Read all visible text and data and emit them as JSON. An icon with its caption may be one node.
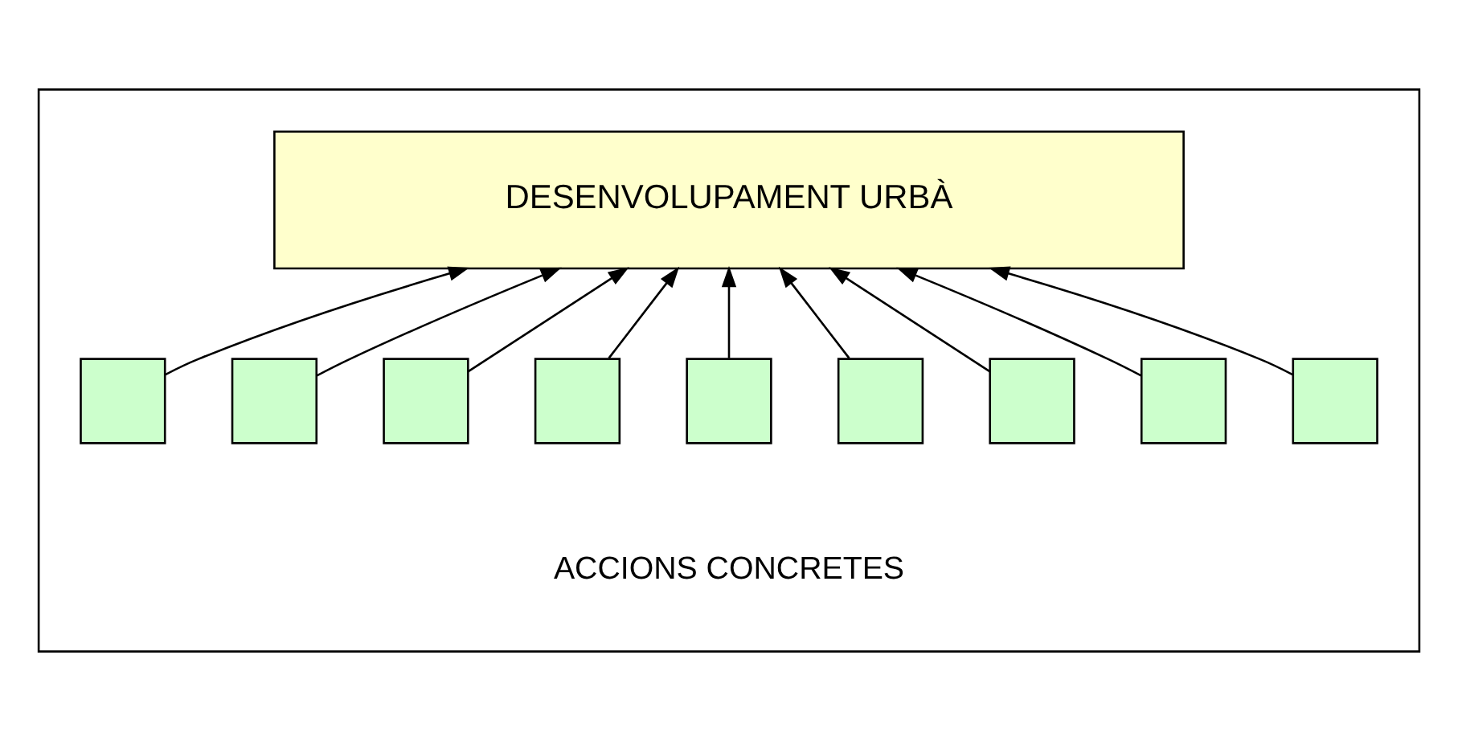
{
  "diagram": {
    "nodes": [
      {
        "text": [],
        "shape": "box"
      },
      {
        "text": [
          "DESENVOLUPAMENT URBÀ"
        ],
        "in": 0
      },
      {
        "text": [],
        "shape": "box",
        "in": 0
      },
      {
        "text": [],
        "shape": "box",
        "in": 0
      },
      {
        "text": [],
        "shape": "box",
        "in": 0
      },
      {
        "text": [],
        "shape": "box",
        "in": 0
      },
      {
        "text": [],
        "shape": "box",
        "in": 0
      },
      {
        "text": [],
        "shape": "box",
        "in": 0
      },
      {
        "text": [],
        "shape": "box",
        "in": 0
      },
      {
        "text": [],
        "shape": "box",
        "in": 0
      },
      {
        "text": [],
        "shape": "box",
        "in": 0
      }
    ],
    "edges": [
      {
        "from": 2,
        "to": 1,
        "arrow": "to"
      },
      {
        "from": 3,
        "to": 1,
        "arrow": "to"
      },
      {
        "from": 4,
        "to": 1,
        "arrow": "to"
      },
      {
        "from": 5,
        "to": 1,
        "arrow": "to"
      },
      {
        "from": 6,
        "to": 1,
        "arrow": "to"
      },
      {
        "from": 7,
        "to": 1,
        "arrow": "to"
      },
      {
        "from": 8,
        "to": 1,
        "arrow": "to"
      },
      {
        "from": 9,
        "to": 1,
        "arrow": "to"
      },
      {
        "from": 10,
        "to": 1,
        "arrow": "to"
      }
    ],
    "labels": [
      "ACCIONS CONCRETES"
    ]
  }
}
